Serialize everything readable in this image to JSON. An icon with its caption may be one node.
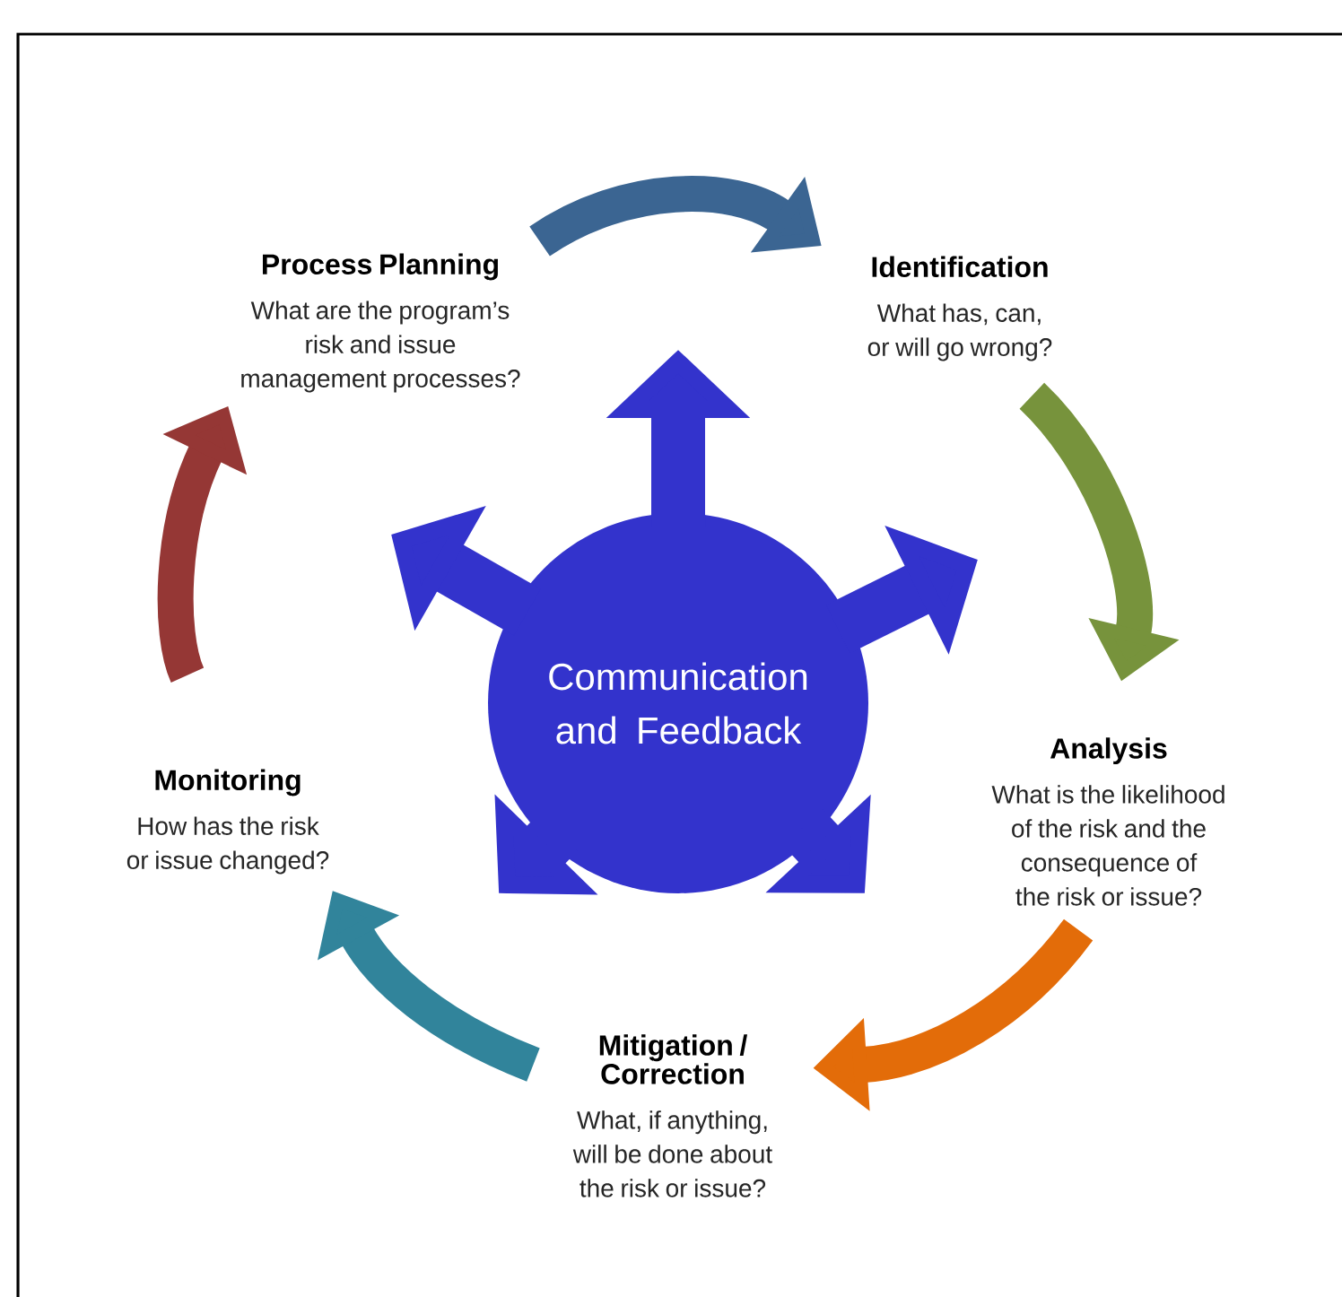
{
  "diagram": {
    "nodes": [
      {
        "text": [
          "Process Planning",
          "What are the program’s risk and issue management processes?"
        ]
      },
      {
        "text": [
          "Identification",
          "What has, can, or will go wrong?"
        ]
      },
      {
        "text": [
          "Analysis",
          "What is the likelihood of the risk and the consequence of the risk or issue?"
        ]
      },
      {
        "text": [
          "Mitigation / Correction",
          "What, if anything, will be done about the risk or issue?"
        ]
      },
      {
        "text": [
          "Monitoring",
          "How has the risk or issue changed?"
        ]
      },
      {
        "text": [
          "Communication and Feedback"
        ]
      }
    ],
    "edges": [
      {
        "from": 0,
        "to": 1,
        "arrow": "to",
        "color": "#3b6592"
      },
      {
        "from": 1,
        "to": 2,
        "arrow": "to",
        "color": "#77933c"
      },
      {
        "from": 2,
        "to": 3,
        "arrow": "to",
        "color": "#e36c09"
      },
      {
        "from": 3,
        "to": 4,
        "arrow": "to",
        "color": "#31849b"
      },
      {
        "from": 4,
        "to": 0,
        "arrow": "to",
        "color": "#953735"
      },
      {
        "from": 5,
        "to": null,
        "arrow": "to"
      },
      {
        "from": 5,
        "to": null,
        "arrow": "to"
      },
      {
        "from": 5,
        "to": null,
        "arrow": "to"
      },
      {
        "from": 5,
        "to": null,
        "arrow": "to"
      },
      {
        "from": 5,
        "to": null,
        "arrow": "to"
      }
    ]
  }
}
